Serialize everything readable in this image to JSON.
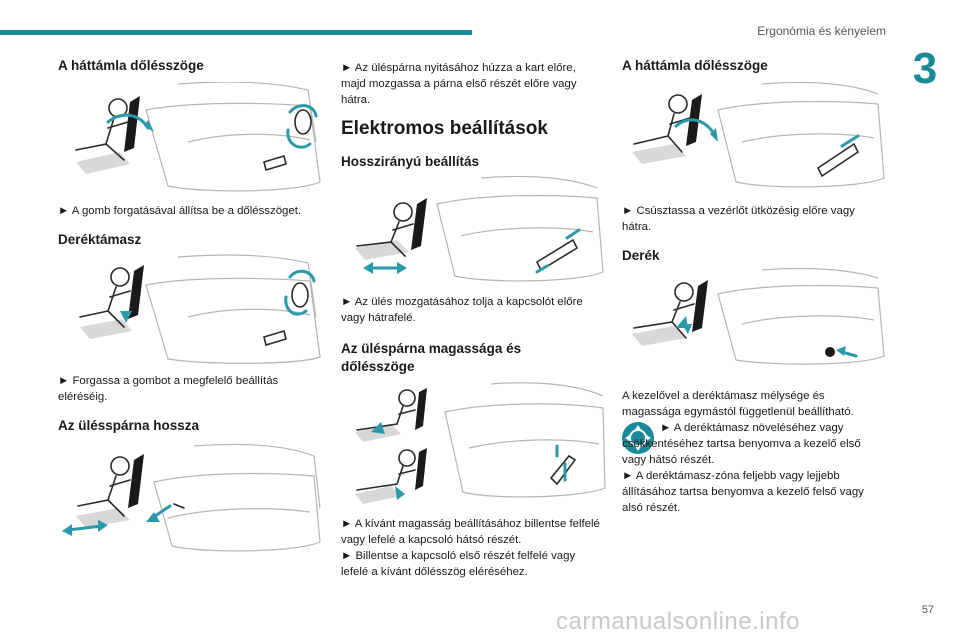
{
  "header": {
    "section_title": "Ergonómia és kényelem",
    "chapter_number": "3"
  },
  "footer": {
    "page_number": "57",
    "watermark": "carmanualsonline.info"
  },
  "col1": {
    "h_backrest": "A háttámla dőlésszöge",
    "p_backrest": "► A gomb forgatásával állítsa be a dőlésszöget.",
    "h_lumbar": "Deréktámasz",
    "p_lumbar": "► Forgassa a gombot a megfelelő beállítás eléréséig.",
    "h_cushion_length": "Az ülésspárna hossza"
  },
  "col2": {
    "p_cushion_length": "► Az üléspárna nyitásához húzza a kart előre, majd mozgassa a párna első részét előre vagy hátra.",
    "h_electric": "Elektromos beállítások",
    "h_longitudinal": "Hosszirányú beállítás",
    "p_longitudinal": "► Az ülés mozgatásához tolja a kapcsolót előre vagy hátrafelé.",
    "h_cushion_height": "Az üléspárna magassága és dőlésszöge",
    "p_height_1": "► A kívánt magasság beállításához billentse felfelé vagy lefelé a kapcsoló hátsó részét.",
    "p_height_2": "► Billentse a kapcsoló első részét felfelé vagy lefelé a kívánt dőlésszög eléréséhez."
  },
  "col3": {
    "h_backrest": "A háttámla dőlésszöge",
    "p_backrest": "► Csúsztassa a vezérlőt ütközésig előre vagy hátra.",
    "h_lumbar": "Derék",
    "p_lumbar_intro": "A kezelővel a deréktámasz mélysége és magassága egymástól függetlenül beállítható.",
    "p_lumbar_1": "► A deréktámasz növeléséhez vagy csökkentéséhez tartsa benyomva a kezelő első vagy hátsó részét.",
    "p_lumbar_2": "► A deréktámasz-zóna feljebb vagy lejjebb állításához tartsa benyomva a kezelő felső vagy alsó részét."
  },
  "colors": {
    "accent": "#1a8a9a",
    "text": "#1a1a1a"
  }
}
